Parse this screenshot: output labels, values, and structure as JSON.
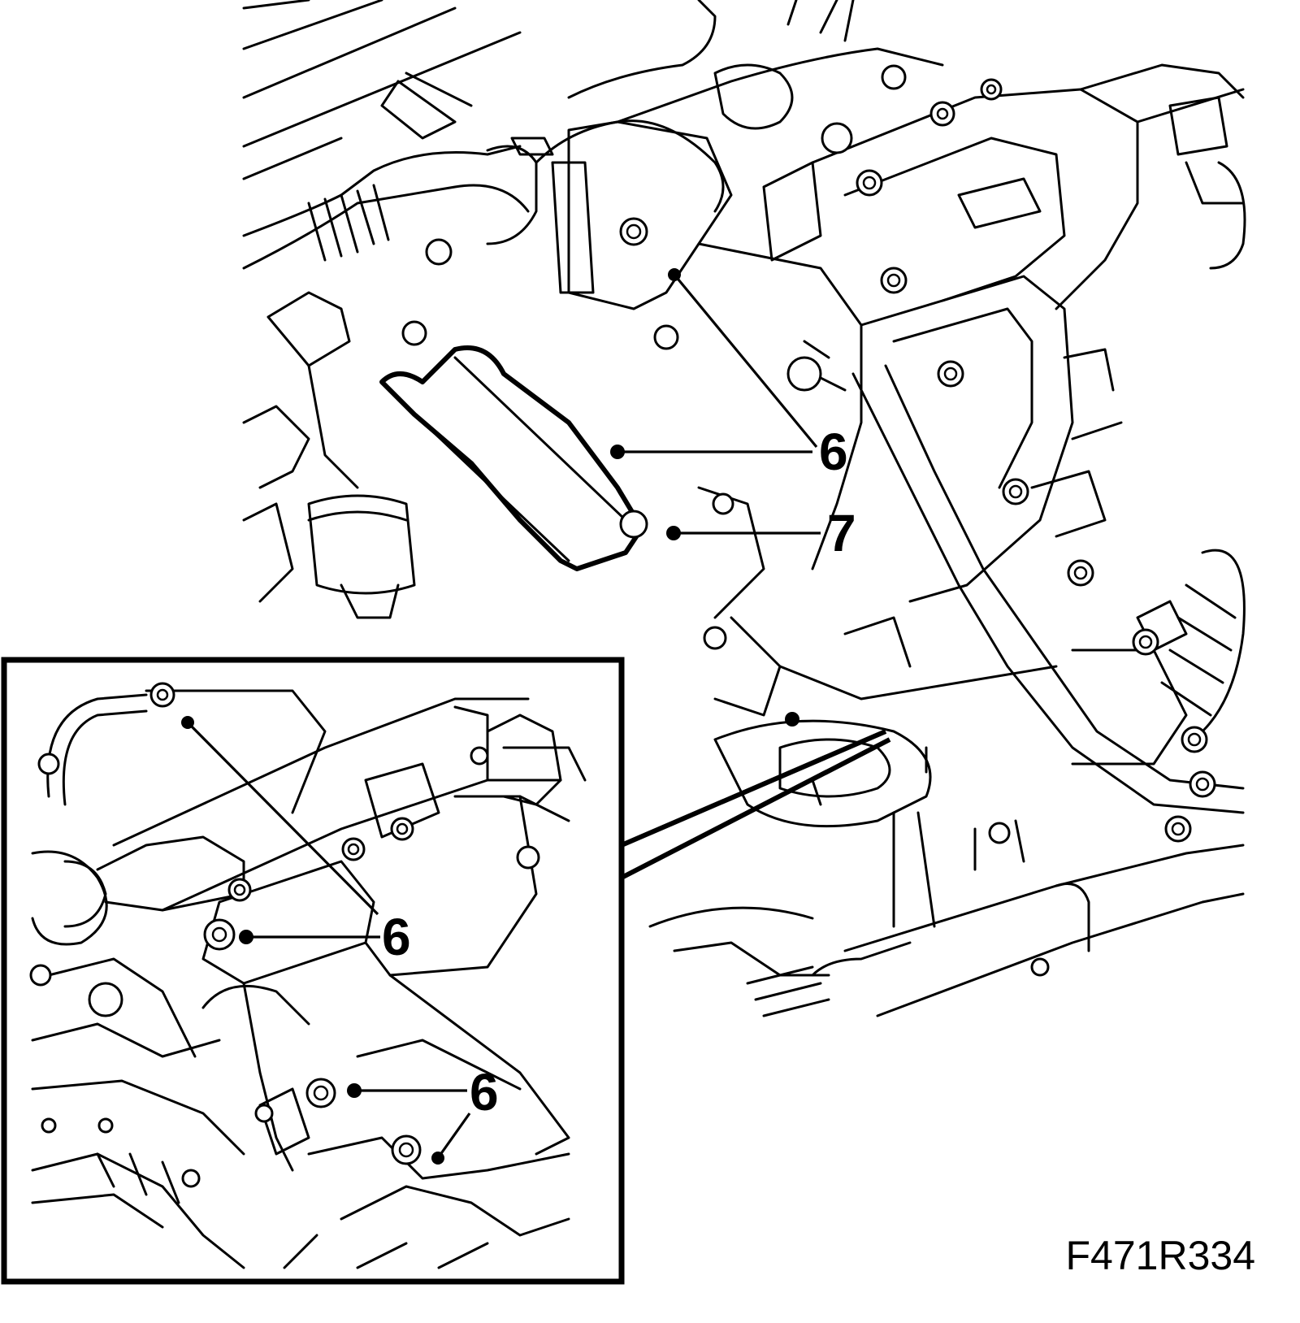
{
  "figure": {
    "id_label": "F471R334"
  },
  "callouts": {
    "main": [
      {
        "label": "6"
      },
      {
        "label": "7"
      }
    ],
    "inset": [
      {
        "label": "6"
      },
      {
        "label": "6"
      }
    ]
  }
}
